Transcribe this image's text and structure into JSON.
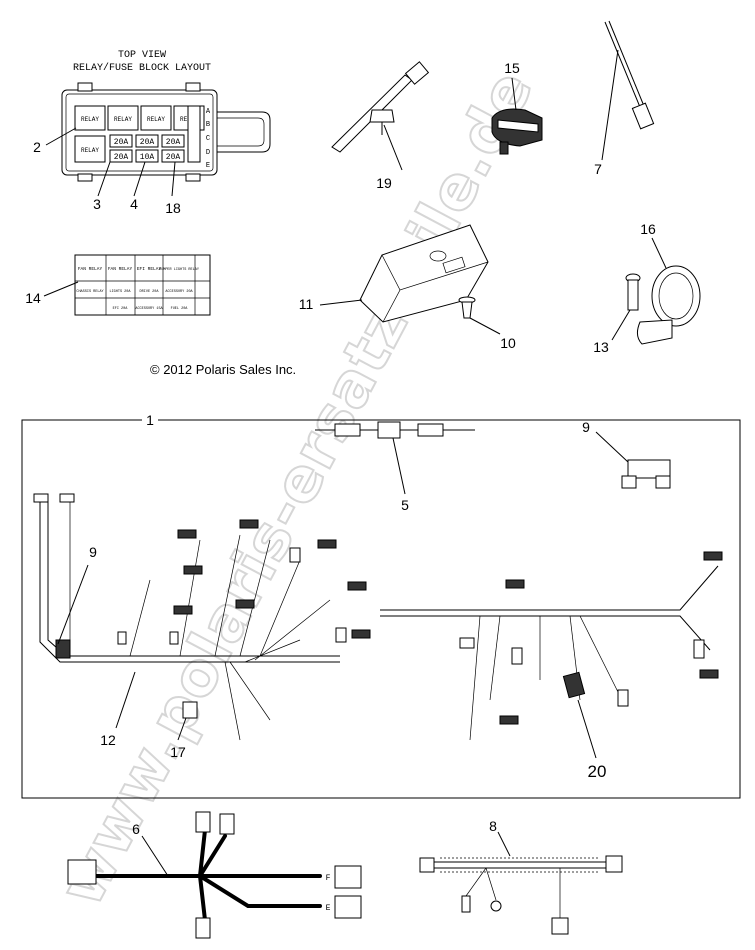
{
  "layout_title": {
    "line1": "TOP VIEW",
    "line2": "RELAY/FUSE BLOCK LAYOUT"
  },
  "fuse_block": {
    "relay_label": "RELAY",
    "fuse_rating": "20A",
    "fuse_rating_alt": "10A",
    "row_letters": [
      "A",
      "B",
      "C",
      "D",
      "E"
    ]
  },
  "decal": {
    "headers": [
      "FAN RELAY",
      "FAN RELAY",
      "EFI RELAY",
      "DUMPER LIGHTS RELAY"
    ],
    "row1": [
      "CHASSIS RELAY",
      "LIGHTS 20A",
      "DRIVE 20A",
      "ACCESSORY 20A"
    ],
    "row2": [
      "EFI 20A",
      "ACCESSORY 15A",
      "FUEL 20A"
    ]
  },
  "copyright": "© 2012 Polaris Sales Inc.",
  "watermark": "www.polaris-ersatzteile.de",
  "callouts": {
    "c1": "1",
    "c2": "2",
    "c3": "3",
    "c4": "4",
    "c5": "5",
    "c6": "6",
    "c7": "7",
    "c8": "8",
    "c9a": "9",
    "c9b": "9",
    "c10": "10",
    "c11": "11",
    "c12": "12",
    "c13": "13",
    "c14": "14",
    "c15": "15",
    "c16": "16",
    "c17": "17",
    "c18": "18",
    "c19": "19",
    "c20": "20"
  },
  "harness_connectors": {
    "e": "E",
    "f": "F"
  }
}
